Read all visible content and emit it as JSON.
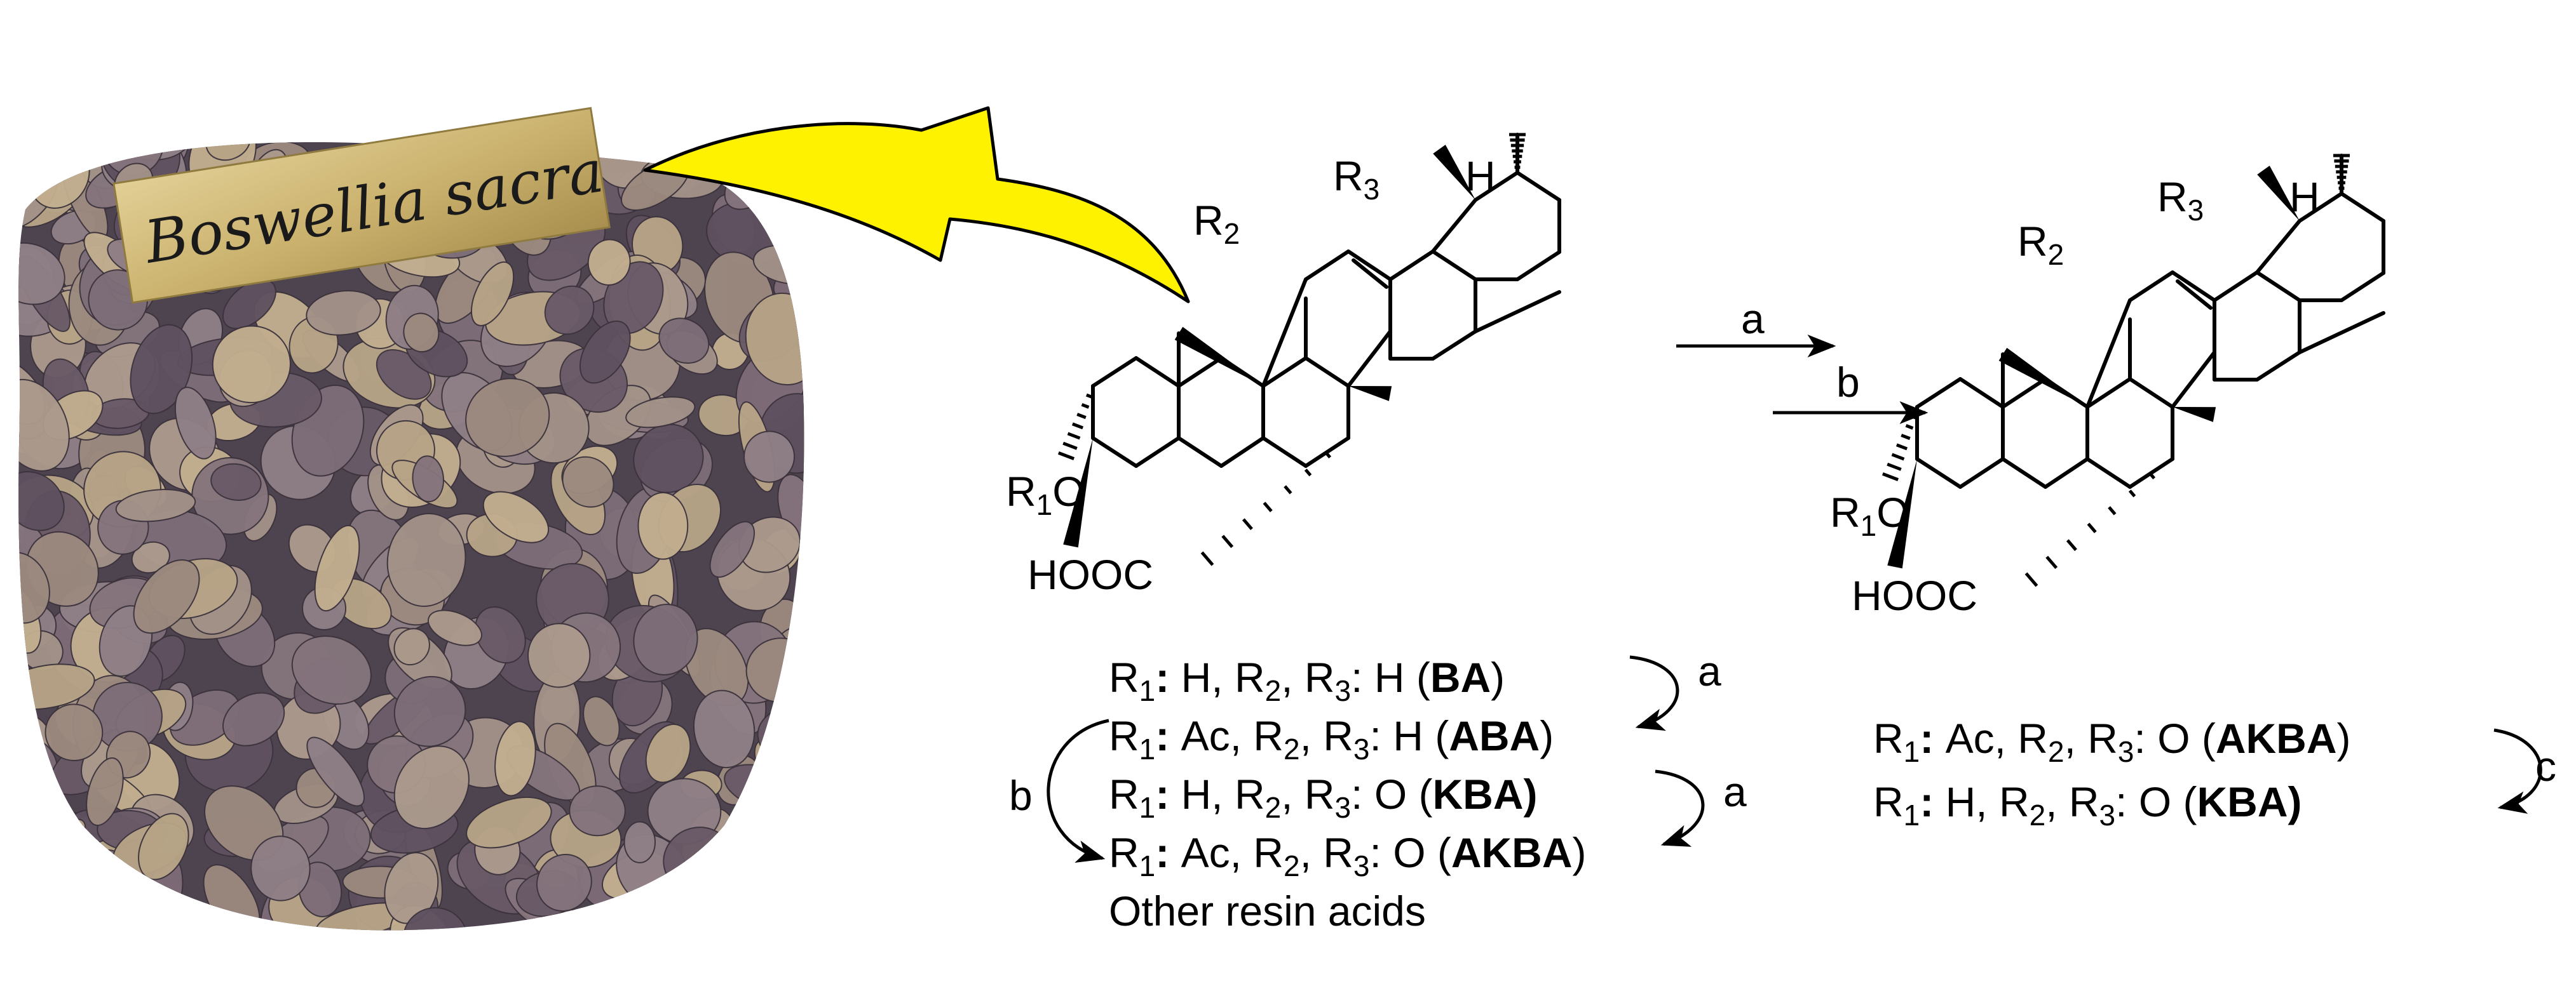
{
  "photo": {
    "label": "Boswellia sacra",
    "colors": {
      "resin_dark": "#6b5a66",
      "resin_light": "#b8a58a",
      "label_gold": "#cdb677",
      "arrow": "#fff200"
    }
  },
  "structures": {
    "left": {
      "atoms": {
        "R1O": "R",
        "R1O_sub": "1",
        "R1O_end": "O",
        "HOOC": "HOOC",
        "R2": "R",
        "R2_sub": "2",
        "R3": "R",
        "R3_sub": "3",
        "H": "H"
      }
    },
    "right": {
      "atoms": {
        "R1O": "R",
        "R1O_sub": "1",
        "R1O_end": "O",
        "HOOC": "HOOC",
        "R2": "R",
        "R2_sub": "2",
        "R3": "R",
        "R3_sub": "3",
        "H": "H"
      }
    }
  },
  "conditions": {
    "top": "a",
    "bottom": "b"
  },
  "legend_left": {
    "rows": [
      {
        "r1": "H",
        "r23": "H",
        "name": "BA"
      },
      {
        "r1": "Ac",
        "r23": "H",
        "name": "ABA"
      },
      {
        "r1": "H",
        "r23": "O",
        "name": "KBA)"
      },
      {
        "r1": "Ac",
        "r23": "O",
        "name": "AKBA"
      }
    ],
    "other": "Other resin acids",
    "arrows": {
      "a1": "a",
      "a2": "a",
      "b": "b"
    }
  },
  "legend_right": {
    "rows": [
      {
        "r1": "Ac",
        "r23": "O",
        "name": "AKBA"
      },
      {
        "r1": "H",
        "r23": "O",
        "name": "KBA)"
      }
    ],
    "arrow": "c"
  }
}
